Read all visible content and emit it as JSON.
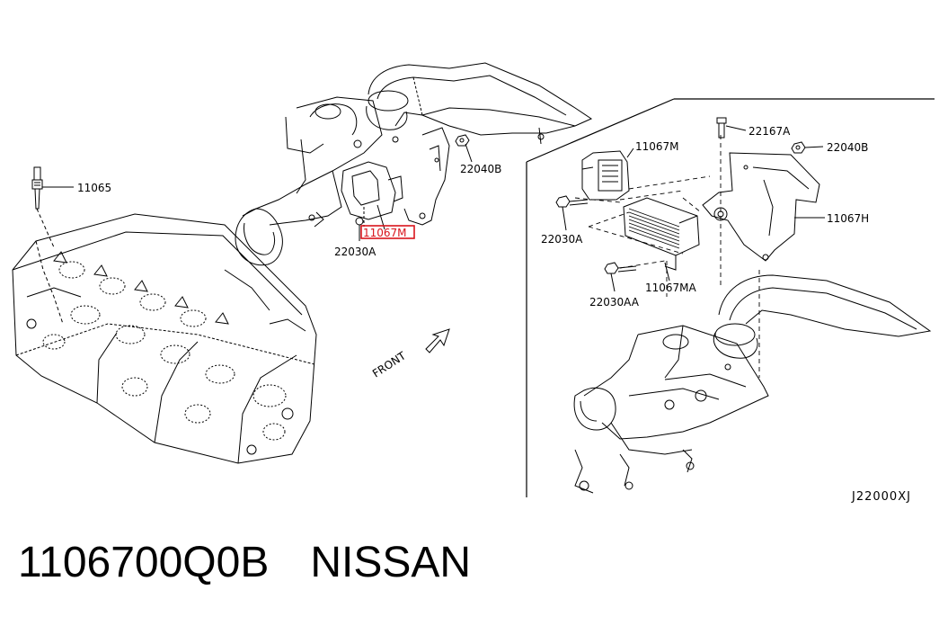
{
  "callouts": {
    "glow_plug": "11065",
    "nut_top": "22040B",
    "nut_right": "22040B",
    "bolt_left": "22030A",
    "bolt_right": "22030A",
    "bolt_right_lower": "22030AA",
    "bolt_top_right": "22167A",
    "controller_highlight": "11067M",
    "controller_right": "11067M",
    "controller_ma": "11067MA",
    "bracket": "11067H"
  },
  "front_label": "FRONT",
  "diagram_code": "J22000XJ",
  "footer": {
    "part_number": "1106700Q0B",
    "brand": "NISSAN"
  },
  "colors": {
    "line": "#000000",
    "highlight": "#d8141c"
  }
}
